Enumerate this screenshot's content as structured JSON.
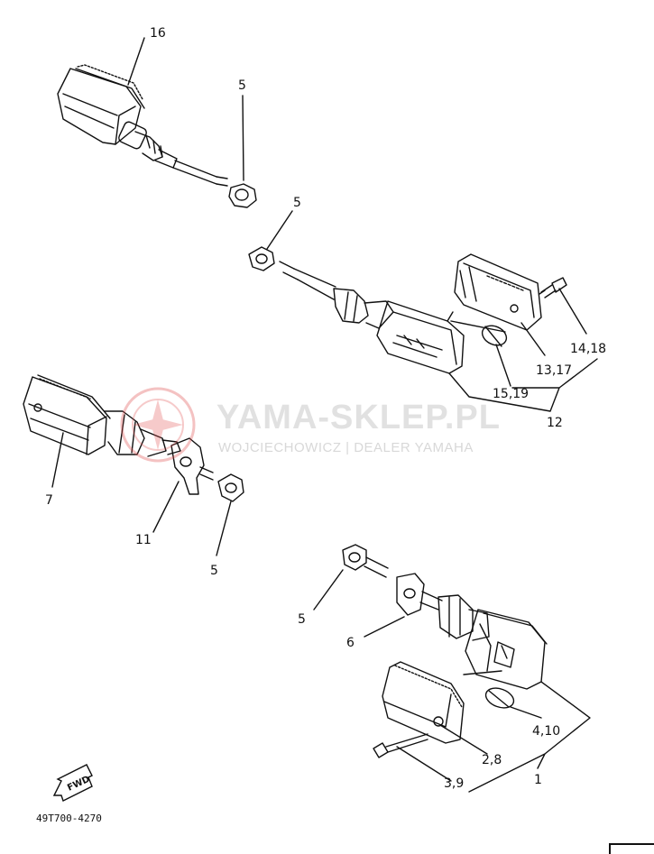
{
  "watermark": {
    "title": "YAMA-SKLEP.PL",
    "subtitle": "WOJCIECHOWICZ | DEALER YAMAHA"
  },
  "callouts": {
    "c16": "16",
    "c5a": "5",
    "c5b": "5",
    "c14_18": "14,18",
    "c13_17": "13,17",
    "c15_19": "15,19",
    "c12": "12",
    "c7": "7",
    "c11": "11",
    "c5c": "5",
    "c5d": "5",
    "c6": "6",
    "c4_10": "4,10",
    "c2_8": "2,8",
    "c3_9": "3,9",
    "c1": "1"
  },
  "fwd_label": "FWD",
  "diagram_ref": "49T700-4270",
  "colors": {
    "line": "#111111",
    "watermark": "#c8c8c8",
    "logo_red": "#e05050"
  }
}
